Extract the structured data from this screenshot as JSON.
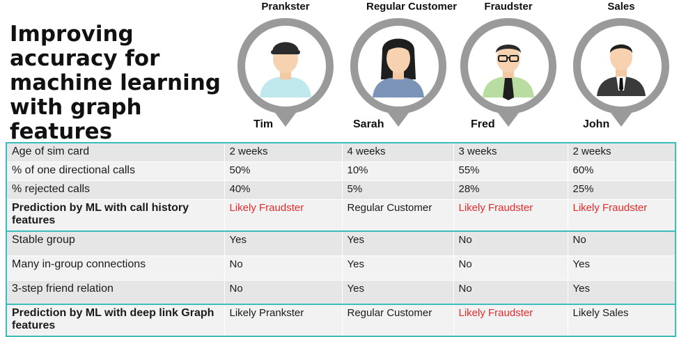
{
  "title": "Improving accuracy for machine learning with graph features",
  "personas": [
    {
      "role": "Prankster",
      "name": "Tim",
      "icon": "prankster-avatar-icon"
    },
    {
      "role": "Regular Customer",
      "name": "Sarah",
      "icon": "woman-avatar-icon"
    },
    {
      "role": "Fraudster",
      "name": "Fred",
      "icon": "man-glasses-tie-avatar-icon"
    },
    {
      "role": "Sales",
      "name": "John",
      "icon": "businessman-avatar-icon"
    }
  ],
  "colors": {
    "accent": "#3bbdbd",
    "highlight_red": "#e22b2b",
    "pin_gray": "#9a9a9a"
  },
  "table": {
    "rows": [
      {
        "label": "Age of sim card",
        "values": [
          "2 weeks",
          "4 weeks",
          "3 weeks",
          "2  weeks"
        ]
      },
      {
        "label": "% of one directional calls",
        "values": [
          "50%",
          "10%",
          "55%",
          "60%"
        ]
      },
      {
        "label": "% rejected calls",
        "values": [
          "40%",
          "5%",
          "28%",
          "25%"
        ]
      },
      {
        "label": "Prediction by ML with call history features",
        "values": [
          "Likely Fraudster",
          "Regular Customer",
          "Likely Fraudster",
          "Likely Fraudster"
        ]
      },
      {
        "label": "Stable group",
        "values": [
          "Yes",
          "Yes",
          "No",
          "No"
        ]
      },
      {
        "label": "Many in-group connections",
        "values": [
          "No",
          "Yes",
          "No",
          "Yes"
        ]
      },
      {
        "label": "3-step friend relation",
        "values": [
          "No",
          "Yes",
          "No",
          "Yes"
        ]
      },
      {
        "label": "Prediction by ML with deep link Graph features",
        "values": [
          "Likely Prankster",
          "Regular Customer",
          "Likely Fraudster",
          "Likely Sales"
        ]
      }
    ]
  }
}
